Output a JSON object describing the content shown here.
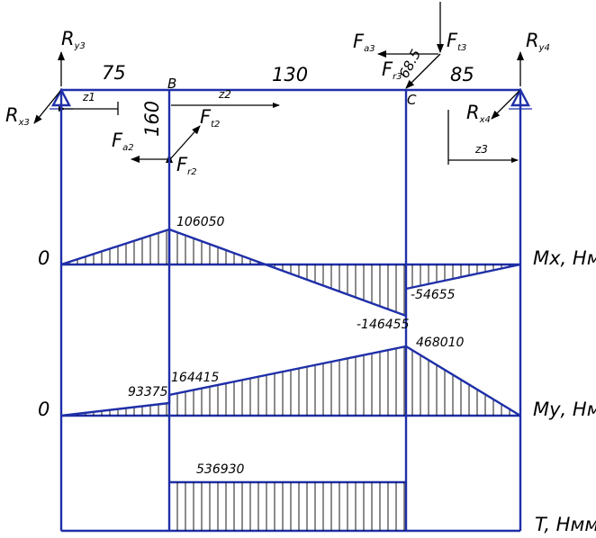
{
  "dimensions": {
    "d1": "75",
    "d2": "130",
    "d3": "85",
    "d4": "160",
    "d5": "68.5"
  },
  "points": {
    "B": "B",
    "C": "C"
  },
  "coords": {
    "z1": "z1",
    "z2": "z2",
    "z3": "z3"
  },
  "forces": {
    "Ry3": {
      "main": "R",
      "sub": "y3"
    },
    "Rx3": {
      "main": "R",
      "sub": "x3"
    },
    "Ry4": {
      "main": "R",
      "sub": "y4"
    },
    "Rx4": {
      "main": "R",
      "sub": "x4"
    },
    "Fa2": {
      "main": "F",
      "sub": "a2"
    },
    "Ft2": {
      "main": "F",
      "sub": "t2"
    },
    "Fr2": {
      "main": "F",
      "sub": "r2"
    },
    "Fa3": {
      "main": "F",
      "sub": "a3"
    },
    "Ft3": {
      "main": "F",
      "sub": "t3"
    },
    "Fr3": {
      "main": "F",
      "sub": "r3"
    }
  },
  "diagrams": {
    "mx": {
      "zero": "0",
      "label": "Mx, Нмм",
      "v_b": "106050",
      "v_c_left": "-146455",
      "v_c_right": "-54655"
    },
    "my": {
      "zero": "0",
      "label": "Mу, Нмм",
      "v_b_left": "93375",
      "v_b_right": "164415",
      "v_c": "468010"
    },
    "t": {
      "label": "T, Нмм",
      "value": "536930"
    }
  },
  "colors": {
    "line": "#1f2fa8",
    "text": "#000000"
  }
}
